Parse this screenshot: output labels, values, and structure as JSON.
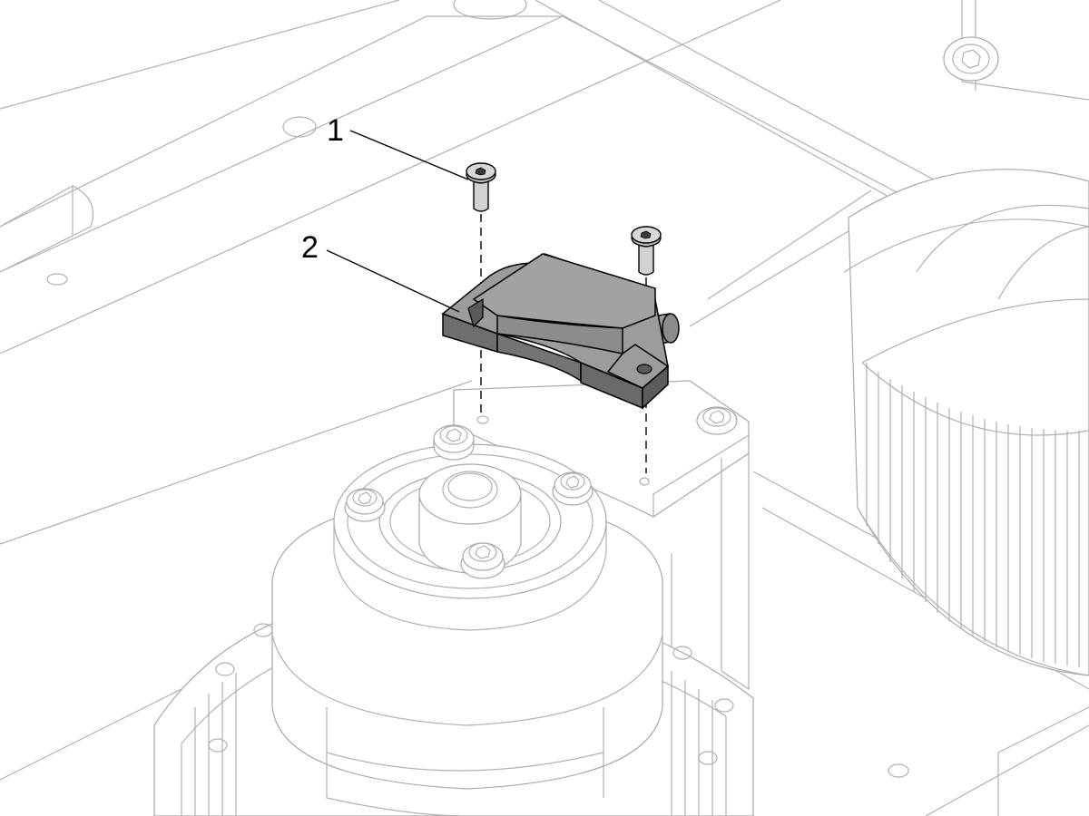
{
  "callouts": [
    {
      "id": "1",
      "text": "1",
      "part": "button-head-screw"
    },
    {
      "id": "2",
      "text": "2",
      "part": "sensor-bracket"
    }
  ],
  "colors": {
    "background": "#ffffff",
    "context_lines": "#b0b0b0",
    "highlight_part": "#9a9a9a",
    "highlight_part_dark": "#6e6e6e",
    "screw": "#d2d2d2",
    "leader": "#000000"
  },
  "icons": [
    "hex-socket-screw-icon",
    "button-head-screw-icon"
  ]
}
